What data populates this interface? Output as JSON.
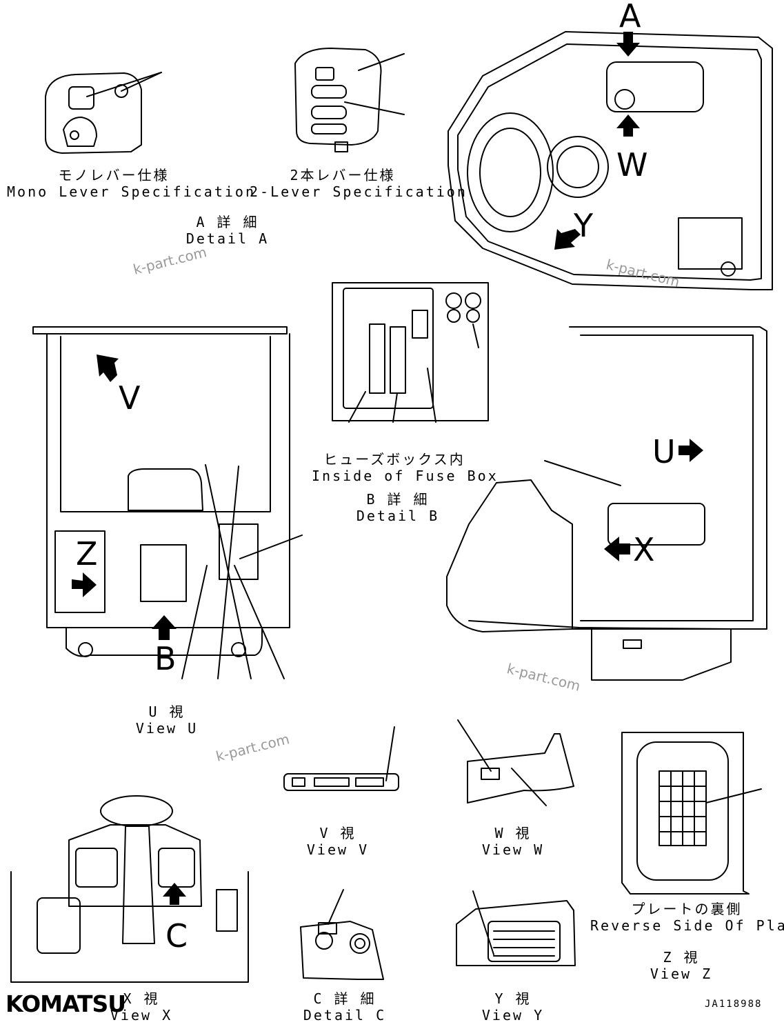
{
  "labels": {
    "mono_lever": {
      "jp": "モノレバー仕様",
      "en": "Mono Lever Specification"
    },
    "two_lever": {
      "jp": "2本レバー仕様",
      "en": "2-Lever Specification"
    },
    "detail_a": {
      "jp": "A 詳 細",
      "en": "Detail A"
    },
    "fuse_box": {
      "jp": "ヒューズボックス内",
      "en": "Inside of Fuse Box"
    },
    "detail_b": {
      "jp": "B 詳 細",
      "en": "Detail B"
    },
    "view_u": {
      "jp": "U  視",
      "en": "View U"
    },
    "view_v": {
      "jp": "V  視",
      "en": "View V"
    },
    "view_w": {
      "jp": "W  視",
      "en": "View W"
    },
    "reverse_plate": {
      "jp": "プレートの裏側",
      "en": "Reverse Side Of Plate"
    },
    "view_z": {
      "jp": "Z  視",
      "en": "View Z"
    },
    "view_x": {
      "jp": "X  視",
      "en": "View X"
    },
    "detail_c": {
      "jp": "C 詳 細",
      "en": "Detail C"
    },
    "view_y": {
      "jp": "Y  視",
      "en": "View Y"
    }
  },
  "arrow_letters": {
    "a": "A",
    "w": "W",
    "y": "Y",
    "v": "V",
    "z": "Z",
    "b": "B",
    "u": "U",
    "x": "X",
    "c": "C"
  },
  "watermarks": [
    "k-part.com",
    "k-part.com",
    "k-part.com",
    "k-part.com"
  ],
  "brand": "KOMATSU",
  "drawing_code": "JA118988"
}
